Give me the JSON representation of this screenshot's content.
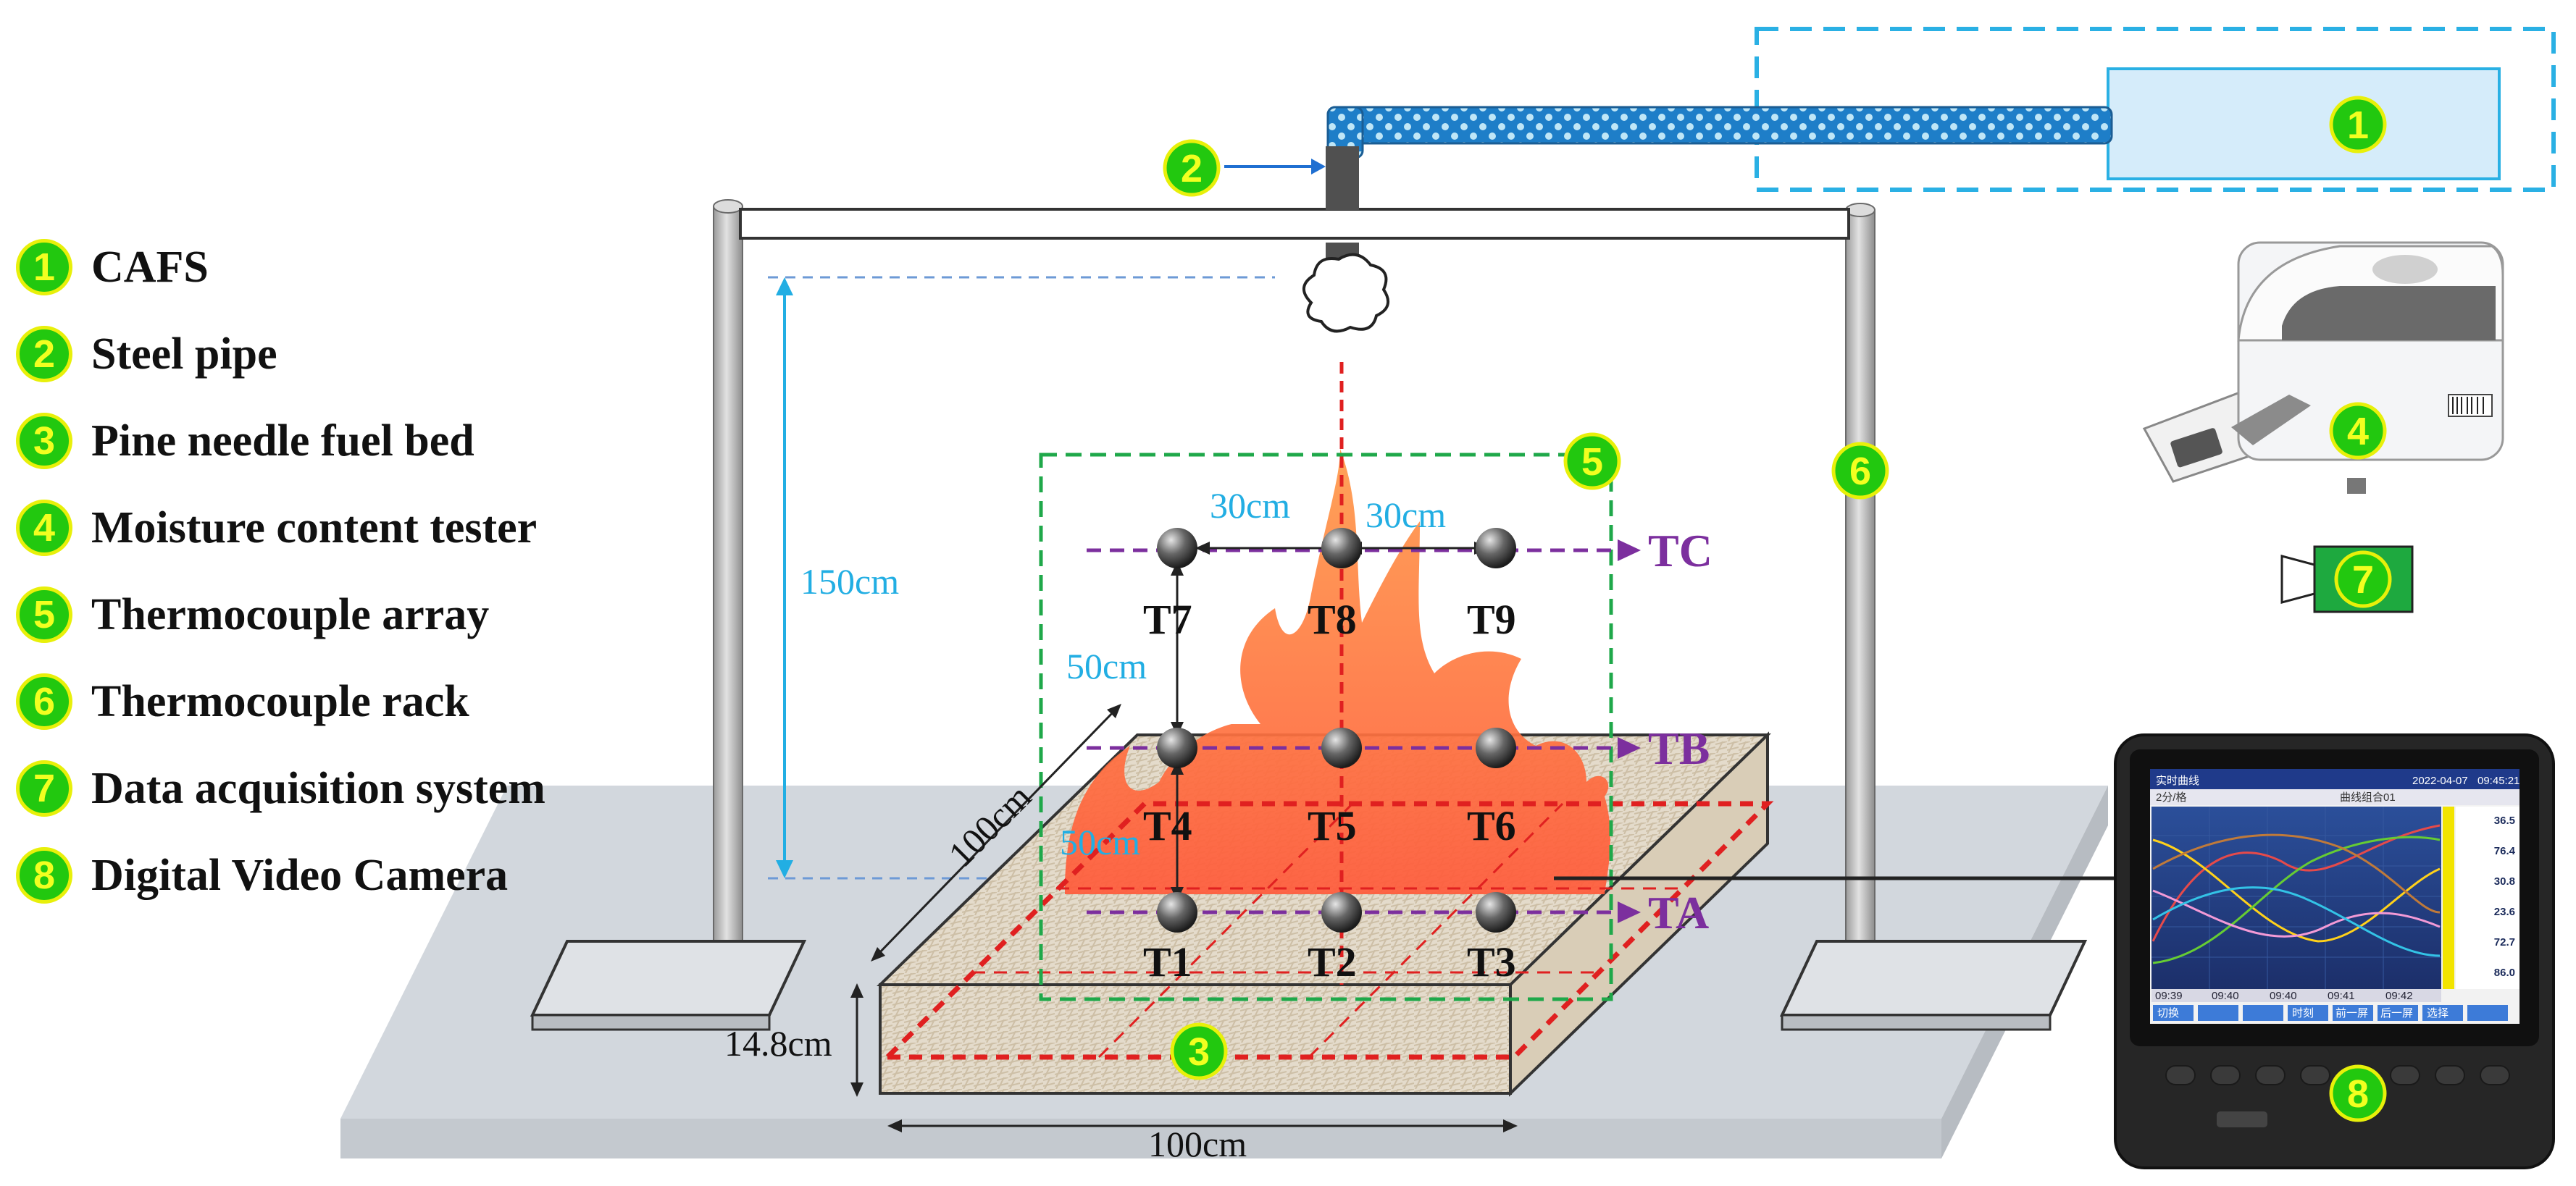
{
  "legend": [
    {
      "num": "1",
      "label": "CAFS"
    },
    {
      "num": "2",
      "label": "Steel pipe"
    },
    {
      "num": "3",
      "label": "Pine needle fuel bed"
    },
    {
      "num": "4",
      "label": "Moisture content tester"
    },
    {
      "num": "5",
      "label": "Thermocouple array"
    },
    {
      "num": "6",
      "label": "Thermocouple rack"
    },
    {
      "num": "7",
      "label": "Data acquisition system"
    },
    {
      "num": "8",
      "label": "Digital Video Camera"
    }
  ],
  "badges": {
    "b1": "1",
    "b2": "2",
    "b3": "3",
    "b4": "4",
    "b5": "5",
    "b6": "6",
    "b7": "7",
    "b8": "8"
  },
  "dimensions": {
    "height_150": "150cm",
    "spacing_30_left": "30cm",
    "spacing_30_right": "30cm",
    "spacing_50_upper": "50cm",
    "spacing_50_lower": "50cm",
    "bed_depth": "100cm",
    "bed_width": "100cm",
    "bed_thickness": "14.8cm"
  },
  "thermocouples": {
    "t1": "T1",
    "t2": "T2",
    "t3": "T3",
    "t4": "T4",
    "t5": "T5",
    "t6": "T6",
    "t7": "T7",
    "t8": "T8",
    "t9": "T9"
  },
  "levels": {
    "ta": "TA",
    "tb": "TB",
    "tc": "TC"
  },
  "screen": {
    "title": "实时曲线",
    "date": "2022-04-07",
    "time": "09:45:21",
    "scale": "2分/格",
    "group": "曲线组合01",
    "readings": [
      "36.5",
      "76.4",
      "30.8",
      "23.6",
      "72.7",
      "86.0"
    ],
    "time_ticks": [
      "09:39",
      "09:40",
      "09:40",
      "09:41",
      "09:42"
    ],
    "buttons": [
      "切换",
      "",
      "",
      "时刻",
      "前一屏",
      "后一屏",
      "选择",
      ""
    ]
  },
  "colors": {
    "flame": "#ff7a2e",
    "thermocouple_layer": "#7c2f9e",
    "enclosure": "#1fa84a",
    "dimension": "#22aee3",
    "badge": "#22c80f",
    "badge_border": "#e8f00a"
  }
}
